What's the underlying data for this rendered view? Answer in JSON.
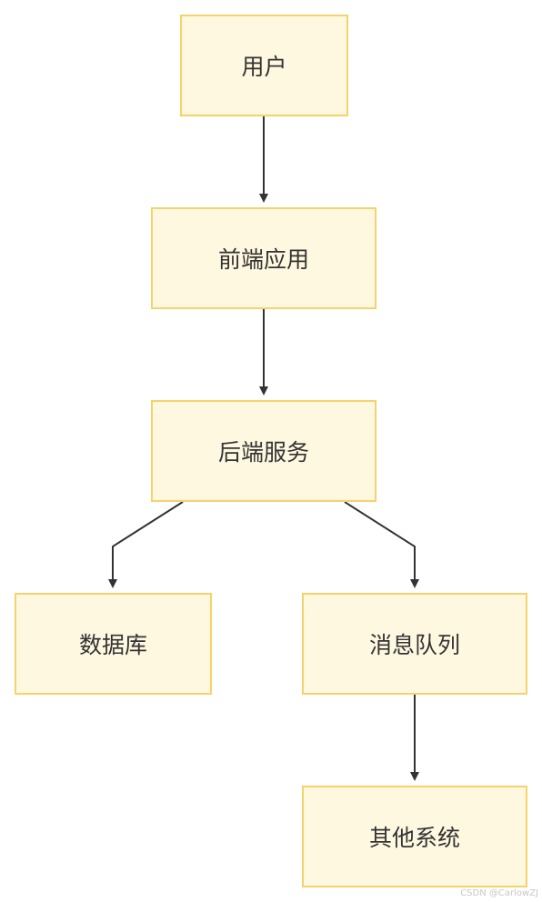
{
  "diagram": {
    "nodes": {
      "user": "用户",
      "frontend": "前端应用",
      "backend": "后端服务",
      "database": "数据库",
      "queue": "消息队列",
      "other": "其他系统"
    },
    "edges": [
      {
        "from": "user",
        "to": "frontend"
      },
      {
        "from": "frontend",
        "to": "backend"
      },
      {
        "from": "backend",
        "to": "database"
      },
      {
        "from": "backend",
        "to": "queue"
      },
      {
        "from": "queue",
        "to": "other"
      }
    ],
    "colors": {
      "node_fill": "#fff8e1",
      "node_border": "#f5d36b",
      "edge": "#333333",
      "text": "#333333"
    }
  },
  "watermark": "CSDN @CarlowZJ"
}
